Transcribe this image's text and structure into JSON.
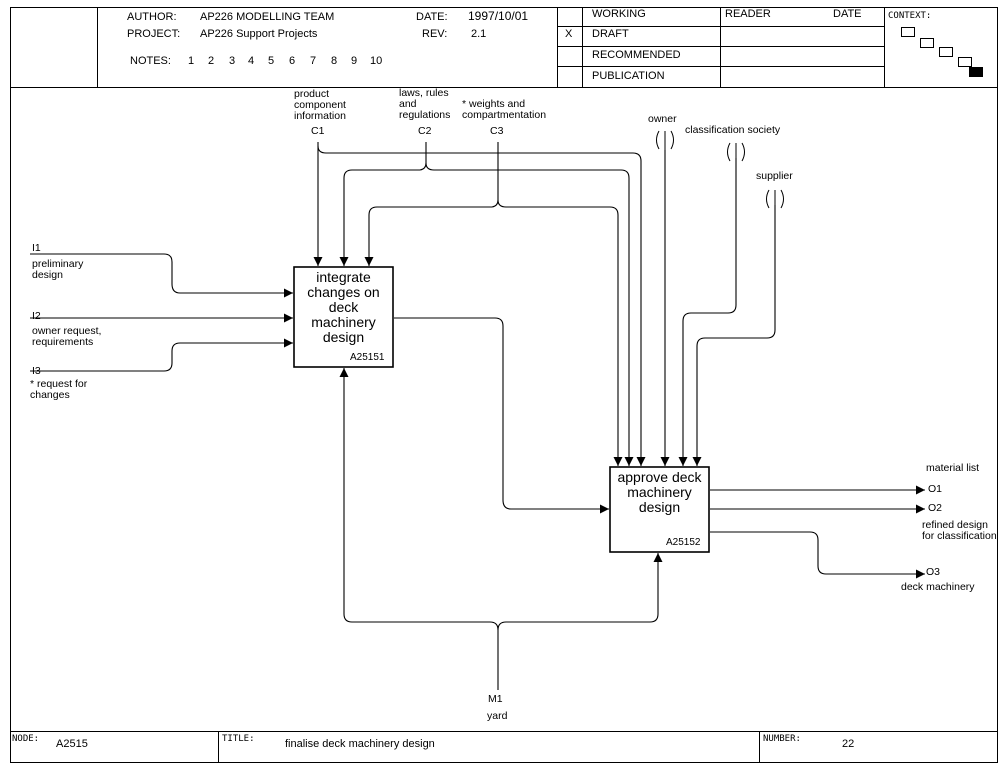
{
  "header": {
    "author_label": "AUTHOR:",
    "author": "AP226  MODELLING TEAM",
    "project_label": "PROJECT:",
    "project": "AP226 Support Projects",
    "date_label": "DATE:",
    "date": "1997/10/01",
    "rev_label": "REV:",
    "rev": "2.1",
    "notes_label": "NOTES:",
    "notes": [
      "1",
      "2",
      "3",
      "4",
      "5",
      "6",
      "7",
      "8",
      "9",
      "10"
    ],
    "status_mark": "X",
    "status": [
      "WORKING",
      "DRAFT",
      "RECOMMENDED",
      "PUBLICATION"
    ],
    "reader_label": "READER",
    "reader_date_label": "DATE",
    "context_label": "CONTEXT:"
  },
  "boxes": [
    {
      "title": "integrate changes on deck machinery design",
      "id": "A25151"
    },
    {
      "title": "approve deck machinery design",
      "id": "A25152"
    }
  ],
  "inputs": [
    {
      "code": "I1",
      "label": "preliminary design"
    },
    {
      "code": "I2",
      "label": "owner request, requirements"
    },
    {
      "code": "I3",
      "label": "* request for changes"
    }
  ],
  "controls": [
    {
      "code": "C1",
      "label": "product component information"
    },
    {
      "code": "C2",
      "label": "laws, rules and regulations"
    },
    {
      "code": "C3",
      "label": "* weights and compartmentation"
    }
  ],
  "tunnel_controls": [
    "owner",
    "classification society",
    "supplier"
  ],
  "outputs": [
    {
      "code": "O1",
      "label": "material list"
    },
    {
      "code": "O2",
      "label": "refined design for classification"
    },
    {
      "code": "O3",
      "label": "deck machinery"
    }
  ],
  "mechanisms": [
    {
      "code": "M1",
      "label": "yard"
    }
  ],
  "footer": {
    "node_label": "NODE:",
    "node": "A2515",
    "title_label": "TITLE:",
    "title": "finalise deck machinery design",
    "number_label": "NUMBER:",
    "number": "22"
  }
}
